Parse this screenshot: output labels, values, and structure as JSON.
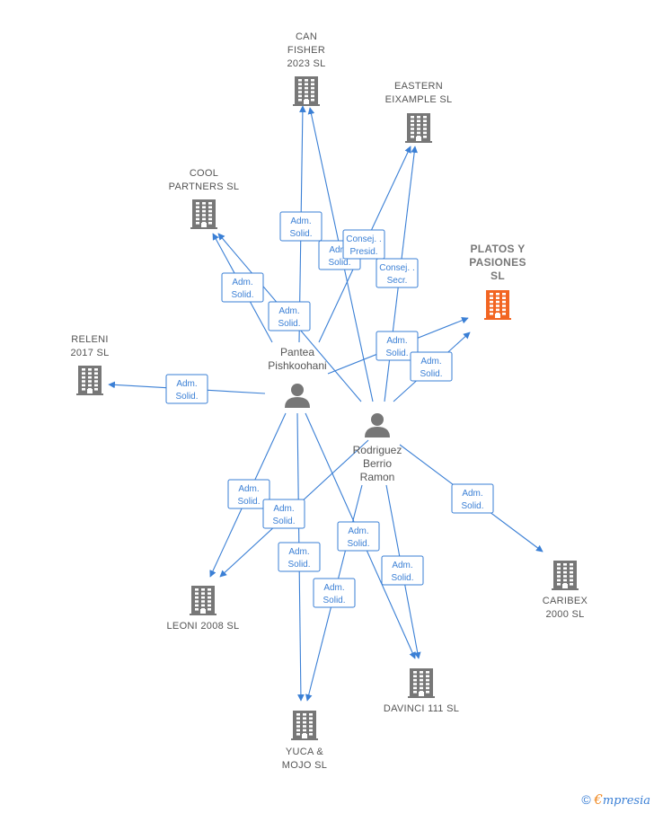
{
  "colors": {
    "edge": "#3a7fd5",
    "building": "#777777",
    "focus_building": "#f26522",
    "person": "#777777"
  },
  "companies": [
    {
      "id": "can-fisher",
      "lines": [
        "CAN",
        "FISHER",
        "2023  SL"
      ],
      "focus": false
    },
    {
      "id": "eastern",
      "lines": [
        "EASTERN",
        "EIXAMPLE  SL"
      ],
      "focus": false
    },
    {
      "id": "cool",
      "lines": [
        "COOL",
        "PARTNERS  SL"
      ],
      "focus": false
    },
    {
      "id": "platos",
      "lines": [
        "PLATOS Y",
        "PASIONES",
        "SL"
      ],
      "focus": true
    },
    {
      "id": "releni",
      "lines": [
        "RELENI",
        "2017  SL"
      ],
      "focus": false
    },
    {
      "id": "leoni",
      "lines": [
        "LEONI 2008 SL"
      ],
      "focus": false
    },
    {
      "id": "caribex",
      "lines": [
        "CARIBEX",
        "2000  SL"
      ],
      "focus": false
    },
    {
      "id": "davinci",
      "lines": [
        "DAVINCI 111 SL"
      ],
      "focus": false
    },
    {
      "id": "yuca",
      "lines": [
        "YUCA &",
        "MOJO  SL"
      ],
      "focus": false
    }
  ],
  "persons": [
    {
      "id": "pantea",
      "lines": [
        "Pantea",
        "Pishkoohani"
      ]
    },
    {
      "id": "rodriguez",
      "lines": [
        "Rodriguez",
        "Berrio",
        "Ramon"
      ]
    }
  ],
  "edges": [
    {
      "from": "pantea",
      "to": "can-fisher",
      "role": [
        "Adm.",
        "Solid."
      ]
    },
    {
      "from": "rodriguez",
      "to": "can-fisher",
      "role": [
        "Adm.",
        "Solid."
      ]
    },
    {
      "from": "pantea",
      "to": "eastern",
      "role": [
        "Consej. .",
        "Presid."
      ]
    },
    {
      "from": "rodriguez",
      "to": "eastern",
      "role": [
        "Consej. .",
        "Secr."
      ]
    },
    {
      "from": "pantea",
      "to": "cool",
      "role": [
        "Adm.",
        "Solid."
      ]
    },
    {
      "from": "rodriguez",
      "to": "cool",
      "role": [
        "Adm.",
        "Solid."
      ]
    },
    {
      "from": "pantea",
      "to": "platos",
      "role": [
        "Adm.",
        "Solid."
      ]
    },
    {
      "from": "rodriguez",
      "to": "platos",
      "role": [
        "Adm.",
        "Solid."
      ]
    },
    {
      "from": "pantea",
      "to": "releni",
      "role": [
        "Adm.",
        "Solid."
      ]
    },
    {
      "from": "pantea",
      "to": "leoni",
      "role": [
        "Adm.",
        "Solid."
      ]
    },
    {
      "from": "rodriguez",
      "to": "leoni",
      "role": [
        "Adm.",
        "Solid."
      ]
    },
    {
      "from": "rodriguez",
      "to": "caribex",
      "role": [
        "Adm.",
        "Solid."
      ]
    },
    {
      "from": "pantea",
      "to": "yuca",
      "role": [
        "Adm.",
        "Solid."
      ]
    },
    {
      "from": "rodriguez",
      "to": "yuca",
      "role": [
        "Adm.",
        "Solid."
      ]
    },
    {
      "from": "pantea",
      "to": "davinci",
      "role": [
        "Adm.",
        "Solid."
      ]
    },
    {
      "from": "rodriguez",
      "to": "davinci",
      "role": [
        "Adm.",
        "Solid."
      ]
    }
  ],
  "footer": {
    "copyright": "©",
    "brand_first": "€",
    "brand_rest": "mpresia"
  }
}
